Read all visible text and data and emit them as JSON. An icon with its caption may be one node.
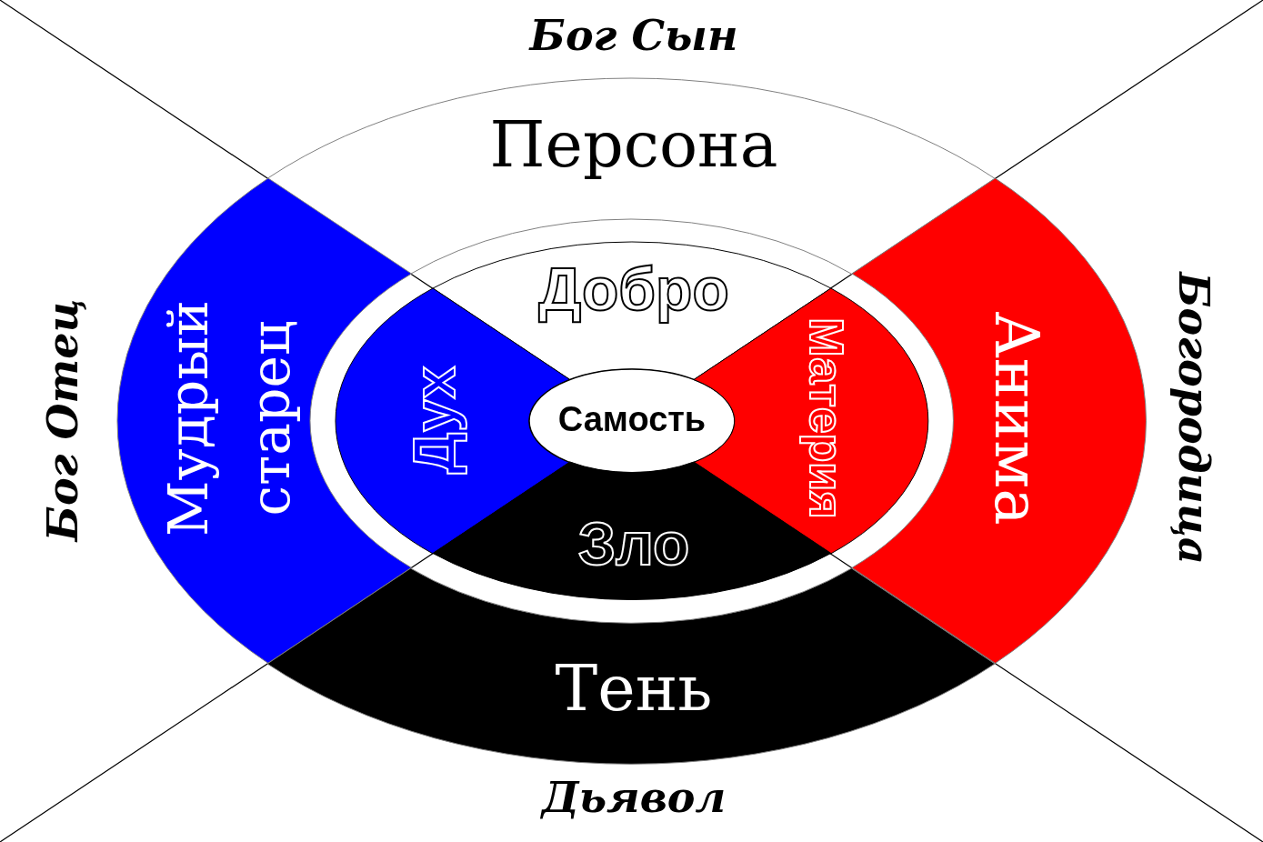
{
  "diagram": {
    "nodes": [
      {
        "text": [
          "Персона"
        ],
        "beside": [
          "Бог Сын"
        ]
      },
      {
        "text": [
          "Мудрый старец"
        ],
        "beside": [
          "Бог Отец"
        ]
      },
      {
        "text": [
          "Анима"
        ],
        "beside": [
          "Богородица"
        ]
      },
      {
        "text": [
          "Добро"
        ]
      },
      {
        "text": [
          "Дух"
        ]
      },
      {
        "text": [
          "Самость"
        ]
      },
      {
        "text": [
          "Материя"
        ]
      },
      {
        "text": [
          "Зло"
        ]
      },
      {
        "text": [
          "Тень"
        ],
        "beside": [
          "Дьявол"
        ]
      }
    ]
  }
}
